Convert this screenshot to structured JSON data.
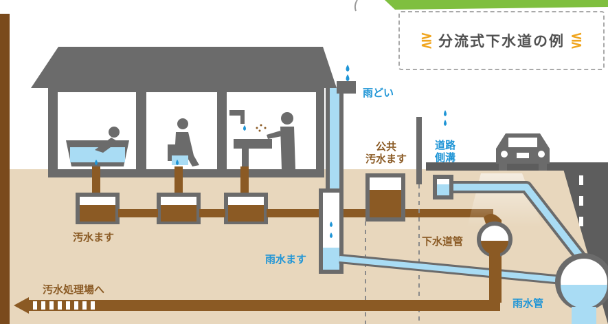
{
  "diagram": {
    "title": "分流式下水道の例",
    "labels": {
      "rain_gutter": "雨どい",
      "public_sewage_basin_line1": "公共",
      "public_sewage_basin_line2": "汚水ます",
      "road_gutter_line1": "道路",
      "road_gutter_line2": "側溝",
      "sewage_basin": "汚水ます",
      "sewer_pipe": "下水道管",
      "rainwater_basin": "雨水ます",
      "to_treatment_plant": "汚水処理場へ",
      "storm_pipe": "雨水管"
    },
    "colors": {
      "sewage": "#8b5a24",
      "rainwater": "#a9dcf4",
      "rain_drop": "#1f95d6",
      "house": "#6b6b6b",
      "ground": "#e8d7bd",
      "road": "#5d5d5d",
      "grass": "#7fbf3f",
      "accent": "#f0a51e"
    },
    "icons": [
      "bathtub-icon",
      "toilet-icon",
      "faucet-icon",
      "person-washing-icon",
      "car-icon",
      "water-drop-icon"
    ]
  }
}
